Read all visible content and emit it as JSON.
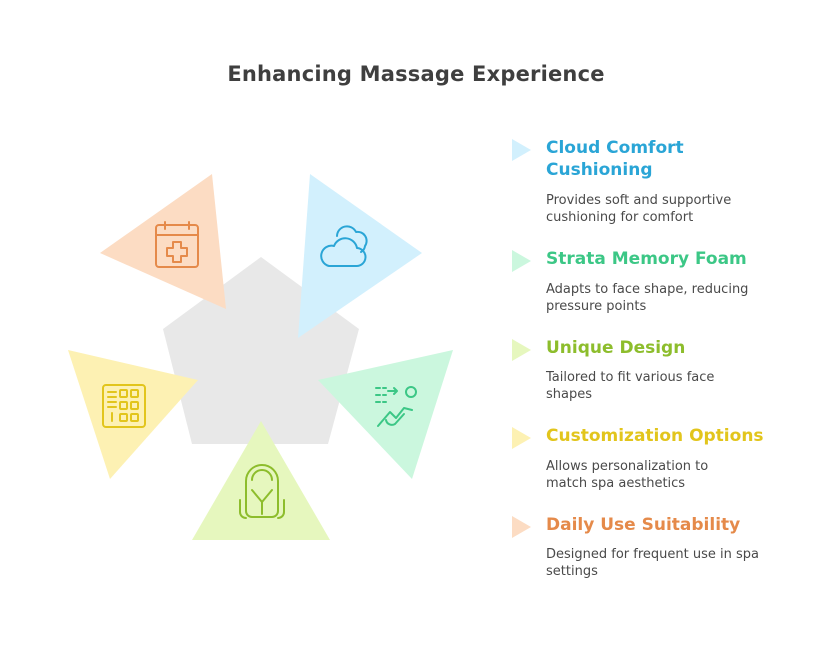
{
  "title": "Enhancing Massage Experience",
  "colors": {
    "pentagon": "#e8e8e8",
    "cloud": "#2aa5d6",
    "cloud_fill": "#d2f0fd",
    "memory": "#3cc786",
    "memory_fill": "#cbf7de",
    "design": "#8dbd2c",
    "design_fill": "#e6f7be",
    "custom": "#e2c51c",
    "custom_fill": "#fdf1b3",
    "daily": "#e58a4a",
    "daily_fill": "#fcdcc3"
  },
  "icons": [
    "calendar-plus-icon",
    "clouds-icon",
    "person-reclining-icon",
    "baby-seat-icon",
    "keypad-grid-icon"
  ],
  "items": [
    {
      "title": "Cloud Comfort Cushioning",
      "description": "Provides soft and supportive cushioning for comfort"
    },
    {
      "title": "Strata Memory Foam",
      "description": "Adapts to face shape, reducing pressure points"
    },
    {
      "title": "Unique Design",
      "description": "Tailored to fit various face shapes"
    },
    {
      "title": "Customization Options",
      "description": "Allows personalization to match spa aesthetics"
    },
    {
      "title": "Daily Use Suitability",
      "description": "Designed for frequent use in spa settings"
    }
  ]
}
